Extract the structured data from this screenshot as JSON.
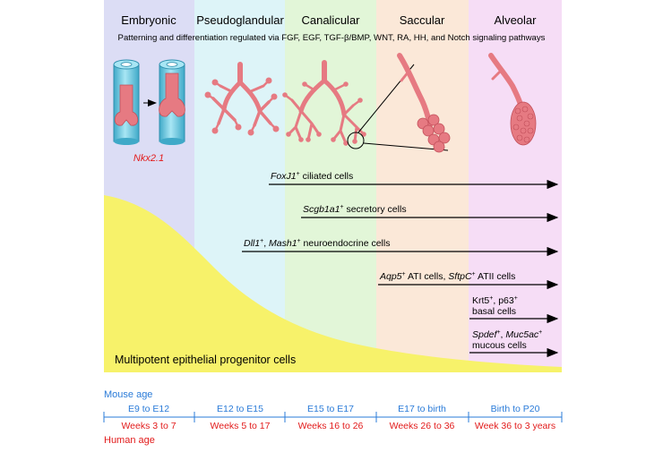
{
  "stages": [
    {
      "name": "Embryonic",
      "color": "#DCDDF5"
    },
    {
      "name": "Pseudoglandular",
      "color": "#DDF4F8"
    },
    {
      "name": "Canalicular",
      "color": "#E2F6D8"
    },
    {
      "name": "Saccular",
      "color": "#FBE8D8"
    },
    {
      "name": "Alveolar",
      "color": "#F6DDF6"
    }
  ],
  "subtitle": "Patterning and differentiation regulated via FGF, EGF, TGF-β/BMP, WNT, RA, HH, and Notch signaling pathways",
  "marker_label": "Nkx2.1",
  "progenitor_label": "Multipotent epithelial progenitor cells",
  "lineages": [
    {
      "italic": "FoxJ1",
      "sup": "+",
      "text": " ciliated cells"
    },
    {
      "italic": "Scgb1a1",
      "sup": "+",
      "text": " secretory cells"
    },
    {
      "italic": "Dll1",
      "sup": "+",
      "mid": ", ",
      "italic2": "Mash1",
      "sup2": "+",
      "text": " neuroendocrine cells"
    },
    {
      "italic": "Aqp5",
      "sup": "+",
      "mid": " ATI cells, ",
      "italic2": "SftpC",
      "sup2": "+",
      "text": " ATII cells"
    },
    {
      "line1": "Krt5",
      "sup1": "+",
      "line1b": ", p63",
      "sup1b": "+",
      "line2": "basal cells"
    },
    {
      "italic": "Spdef",
      "sup": "+",
      "mid": ", ",
      "italic2": "Muc5ac",
      "sup2": "+",
      "line2": "mucous cells"
    }
  ],
  "mouse_age_label": "Mouse age",
  "human_age_label": "Human age",
  "mouse_ages": [
    "E9 to E12",
    "E12 to E15",
    "E15 to E17",
    "E17 to birth",
    "Birth to P20"
  ],
  "human_ages": [
    "Weeks 3 to 7",
    "Weeks 5 to 17",
    "Weeks 16 to 26",
    "Weeks 26 to 36",
    "Week 36 to 3 years"
  ],
  "colors": {
    "mouse": "#2A7BD8",
    "human": "#E21B1B",
    "progenitor": "#F7F26A",
    "tissue": "#E67A82",
    "tube": "#7FD3E8"
  }
}
